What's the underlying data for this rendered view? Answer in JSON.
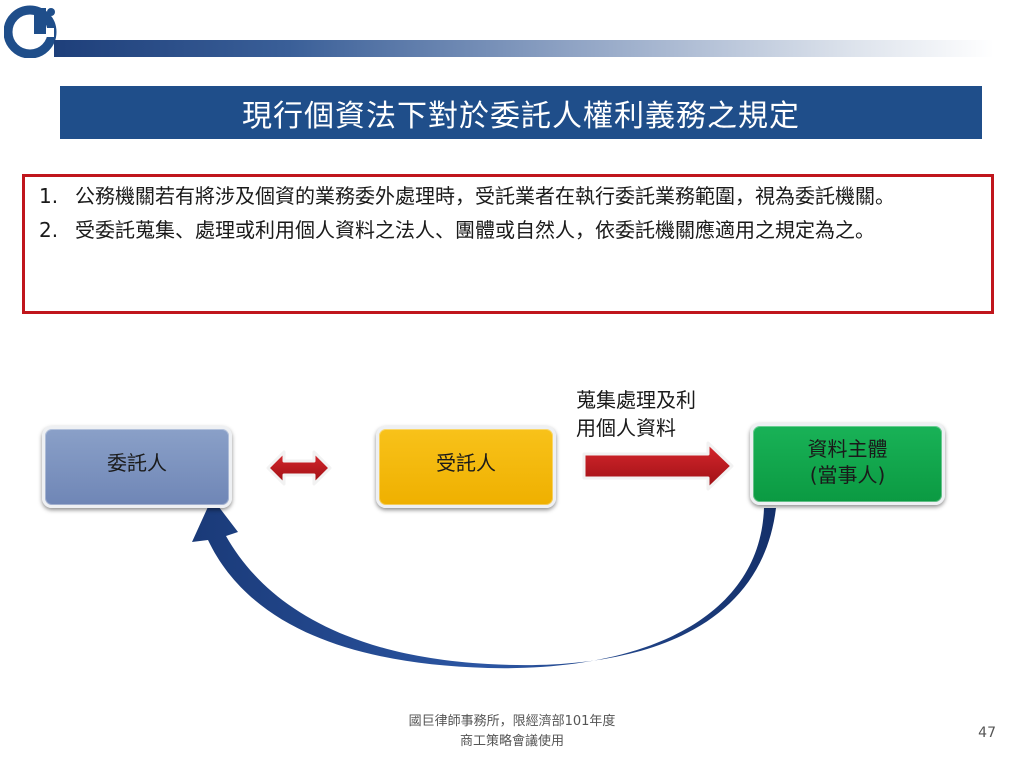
{
  "slide": {
    "title": "現行個資法下對於委託人權利義務之規定",
    "bullets": [
      {
        "number": "1.",
        "text": "公務機關若有將涉及個資的業務委外處理時，受託業者在執行委託業務範圍，視為委託機關。"
      },
      {
        "number": "2.",
        "text": "受委託蒐集、處理或利用個人資料之法人、團體或自然人，依委託機關應適用之規定為之。"
      }
    ]
  },
  "diagram": {
    "delegator": "委託人",
    "trustee": "受託人",
    "data_subject_line1": "資料主體",
    "data_subject_line2": "(當事人)",
    "arrow_label_line1": "蒐集處理及利",
    "arrow_label_line2": "用個人資料"
  },
  "footer": {
    "line1": "國巨律師事務所，限經濟部101年度",
    "line2": "商工策略會議使用",
    "page_number": "47"
  },
  "colors": {
    "title_bar": "#1f4e8a",
    "bullet_border": "#c0161c",
    "delegator_box": "#7b91bf",
    "trustee_box": "#f5b90a",
    "subject_box": "#12a74c",
    "arrow_red": "#c0161c",
    "curve_arrow": "#1a3a78"
  },
  "icons": [
    "company-logo",
    "double-arrow-icon",
    "right-arrow-icon",
    "curved-return-arrow-icon"
  ]
}
